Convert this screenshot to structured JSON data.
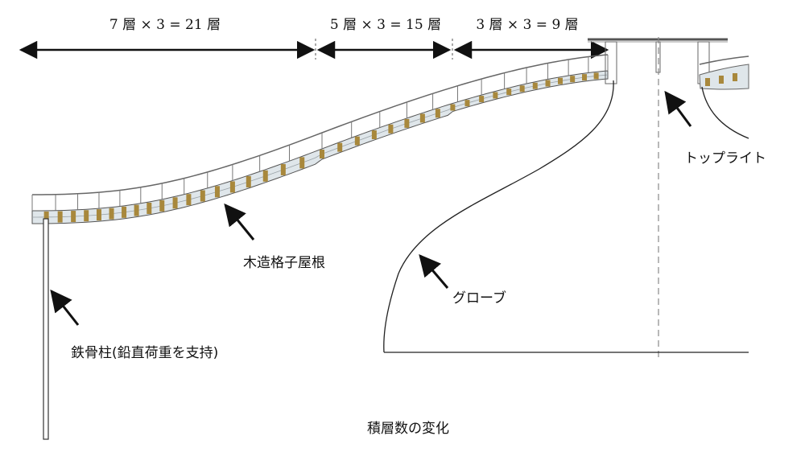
{
  "dimensions": {
    "span1": "7 層 × 3 = 21 層",
    "span2": "5 層 × 3 = 15 層",
    "span3": "3 層 × 3 = 9 層"
  },
  "labels": {
    "toplight": "トップライト",
    "wood_roof": "木造格子屋根",
    "globe": "グローブ",
    "steel_column": "鉄骨柱(鉛直荷重を支持)"
  },
  "caption": "積層数の変化",
  "colors": {
    "line": "#222222",
    "timber_block": "#a8883c",
    "lattice_fill": "#dfe6ea",
    "rail": "#666666"
  }
}
